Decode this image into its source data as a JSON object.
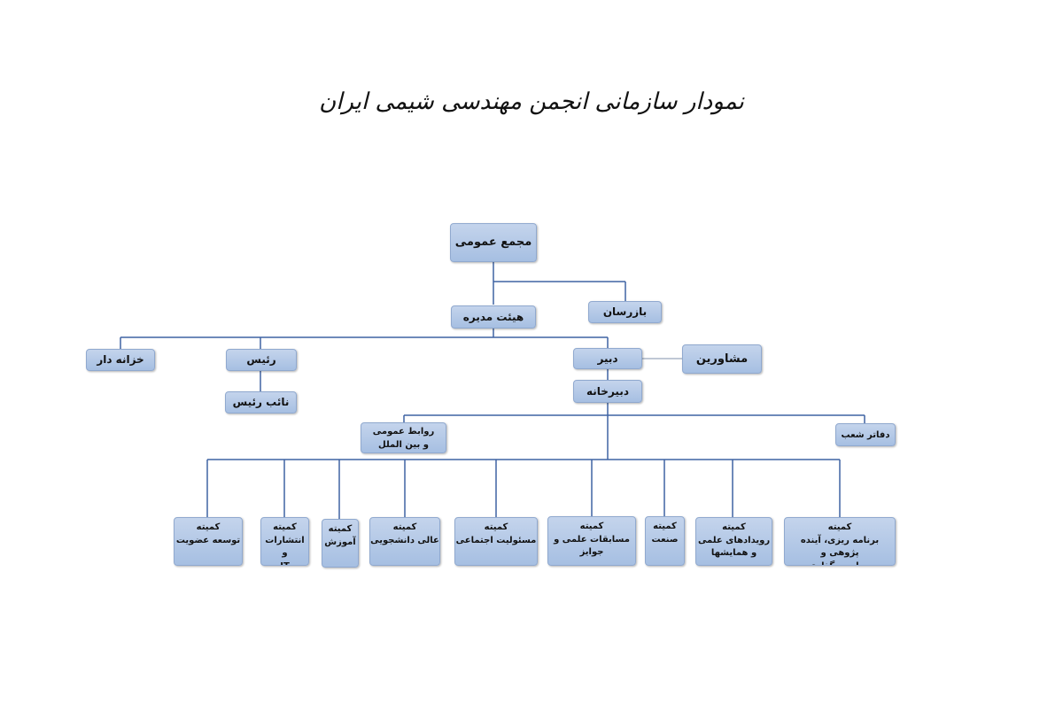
{
  "title": "نمودار سازمانی انجمن مهندسی شیمی ایران",
  "colors": {
    "box_fill_top": "#c4d4ec",
    "box_fill_bottom": "#a6bfe2",
    "box_border": "#90a9cf",
    "connector_line": "#3f63a3",
    "advisor_connector": "#9aa8bc"
  },
  "nodes": {
    "general_assembly": "مجمع عمومی",
    "board": "هیئت مدیره",
    "inspectors": "بازرسان",
    "treasurer": "خزانه دار",
    "president": "رئیس",
    "vice_president": "نائب رئیس",
    "secretary": "دبیر",
    "advisors": "مشاورین",
    "secretariat": "دبیرخانه",
    "public_relations": "روابط عمومی\nو بین الملل",
    "branch_offices": "دفاتر شعب"
  },
  "committees": [
    {
      "heading": "کمیته",
      "label": "توسعه عضویت"
    },
    {
      "heading": "کمیته",
      "label": "انتشارات و\nIT"
    },
    {
      "heading": "کمیته",
      "label": "آموزش"
    },
    {
      "heading": "کمیته",
      "label": "عالی دانشجویی"
    },
    {
      "heading": "کمیته",
      "label": "مسئولیت اجتماعی"
    },
    {
      "heading": "کمیته",
      "label": "مسابقات علمی و\nجوایز"
    },
    {
      "heading": "کمیته",
      "label": "صنعت"
    },
    {
      "heading": "کمیته",
      "label": "رویدادهای علمی\nو همایشها"
    },
    {
      "heading": "کمیته",
      "label": "برنامه ریزی، آینده پژوهی و\nسیاست گذاری"
    }
  ]
}
